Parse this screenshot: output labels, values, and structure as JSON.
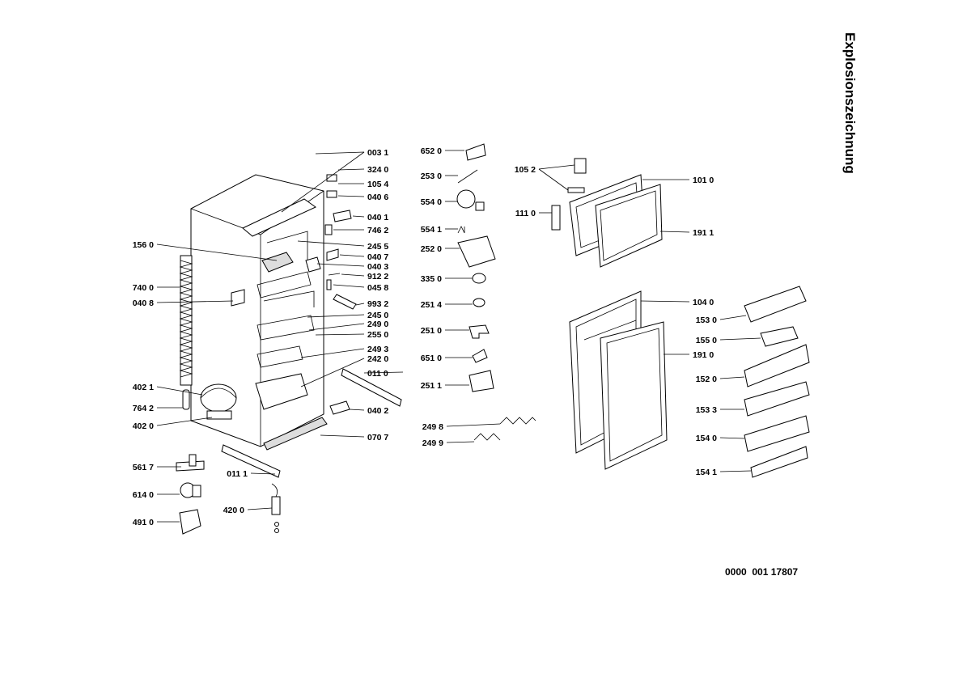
{
  "title": "Explosionszeichnung",
  "document_number": "0000  001 17807",
  "callouts": [
    "003 1",
    "324 0",
    "105 4",
    "040 6",
    "040 1",
    "746 2",
    "245 5",
    "040 7",
    "040 3",
    "912 2",
    "045 8",
    "993 2",
    "245 0",
    "249 0",
    "255 0",
    "249 3",
    "242 0",
    "011 0",
    "040 2",
    "070 7",
    "156 0",
    "740 0",
    "040 8",
    "402 1",
    "764 2",
    "402 0",
    "561 7",
    "614 0",
    "491 0",
    "011 1",
    "420 0",
    "652 0",
    "253 0",
    "554 0",
    "554 1",
    "252 0",
    "335 0",
    "251 4",
    "251 0",
    "651 0",
    "251 1",
    "249 8",
    "249 9",
    "105 2",
    "111 0",
    "101 0",
    "191 1",
    "104 0",
    "191 0",
    "153 0",
    "155 0",
    "152 0",
    "153 3",
    "154 0",
    "154 1"
  ]
}
